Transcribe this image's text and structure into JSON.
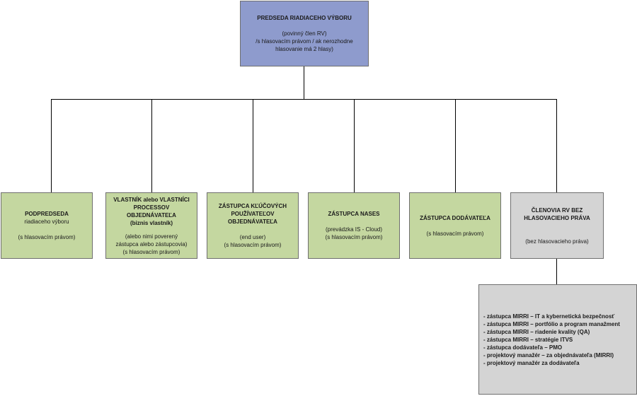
{
  "chair": {
    "title": "PREDSEDA RIADIACEHO VÝBORU",
    "lines": [
      "(povinný člen RV)",
      "/s hlasovacím právom / ak nerozhodne",
      "hlasovanie má 2 hlasy)"
    ]
  },
  "members": [
    {
      "title": [
        "PODPREDSEDA",
        "riadiaceho výboru"
      ],
      "desc": [
        "(s hlasovacím právom)"
      ]
    },
    {
      "title": [
        "VLASTNÍK alebo VLASTNÍCI",
        "PROCESSOV",
        "OBJEDNÁVATEĽA",
        "(biznis vlastník)"
      ],
      "desc": [
        "(alebo nimi poverený",
        "zástupca alebo zástupcovia)",
        "(s hlasovacím právom)"
      ]
    },
    {
      "title": [
        "ZÁSTUPCA KĽÚČOVÝCH",
        "POUŽÍVATEĽOV",
        "OBJEDNÁVATEĽA"
      ],
      "desc": [
        "(end user)",
        "(s hlasovacím právom)"
      ]
    },
    {
      "title": [
        "ZÁSTUPCA NASES"
      ],
      "desc": [
        "(prevádzka IS - Cloud)",
        "(s hlasovacím právom)"
      ]
    },
    {
      "title": [
        "ZÁSTUPCA DODÁVATEĽA"
      ],
      "desc": [
        "(s hlasovacím právom)"
      ]
    },
    {
      "title": [
        "ČLENOVIA RV BEZ",
        "HLASOVACIEHO PRÁVA"
      ],
      "desc": [
        "(bez hlasovacieho práva)"
      ]
    }
  ],
  "non_voting_list": [
    "- zástupca MIRRI – IT a kybernetická bezpečnosť",
    "- zástupca MIRRI – portfólio a program manažment",
    "- zástupca MIRRI – riadenie kvality (QA)",
    "- zástupca MIRRI – stratégie ITVS",
    "- zástupca dodávateľa – PMO",
    "- projektový manažér – za objednávateľa (MIRRI)",
    "- projektový manažér za dodávateľa"
  ],
  "colors": {
    "chair": "#8e9bcd",
    "voting": "#c4d7a0",
    "non_voting": "#d4d4d4",
    "line": "#000000"
  }
}
